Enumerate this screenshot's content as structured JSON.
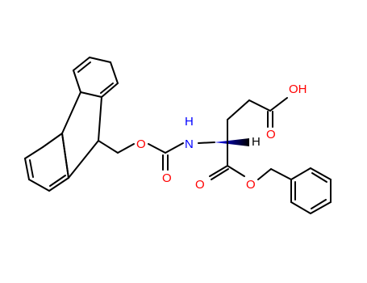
{
  "molecule": {
    "atoms": {
      "ester_o_fmoc": "O",
      "carbamate_o": "O",
      "nh": "N",
      "nh_h": "H",
      "alpha_h": "H",
      "acid_oh": "OH",
      "acid_o": "O",
      "ester_o_carbonyl": "O",
      "ester_o_benzyl": "O"
    },
    "colors": {
      "oxygen": "#ff0000",
      "nitrogen": "#0000ff",
      "hydrogen": "#000000",
      "bond": "#000000",
      "wedge_start": "#000000",
      "wedge_end": "#0000ff"
    }
  }
}
